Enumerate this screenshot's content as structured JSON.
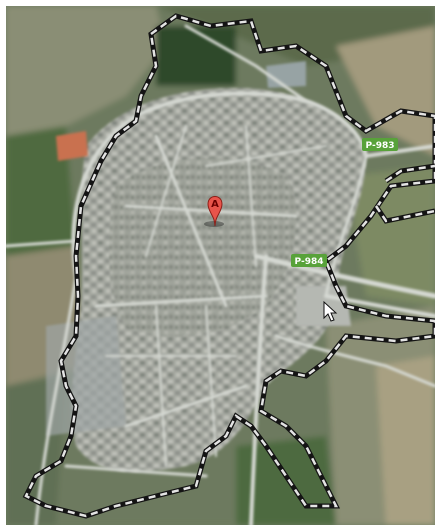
{
  "map": {
    "view": "satellite",
    "marker": {
      "label": "A",
      "color": "#e8544b"
    },
    "road_labels": [
      {
        "id": "p983",
        "text": "P-983"
      },
      {
        "id": "p984",
        "text": "P-984"
      }
    ],
    "colors": {
      "fields_green": "#56704a",
      "fields_tan": "#a39a7e",
      "urban": "#a9aca4",
      "road": "#d8dbd6",
      "boundary_dark": "#151515",
      "boundary_light": "#e5e5e5",
      "label_bg": "#58a23a"
    },
    "cursor": "arrow-cursor-icon"
  }
}
